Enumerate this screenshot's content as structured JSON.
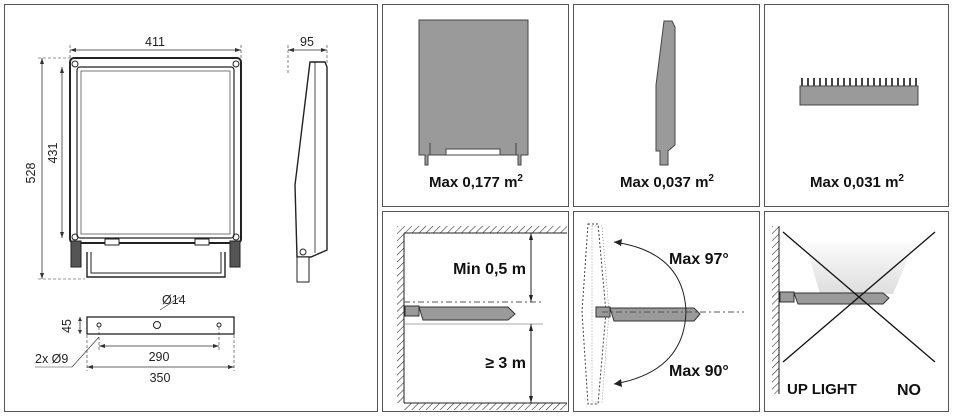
{
  "drawing": {
    "front_width": "411",
    "side_depth": "95",
    "total_height": "528",
    "body_height": "431",
    "bracket_height": "45",
    "hole_center": "Ø14",
    "holes_side": "2x Ø9",
    "hole_spacing": "290",
    "bracket_length": "350"
  },
  "wind_areas": {
    "front": {
      "prefix": "Max 0,177 m",
      "sup": "2"
    },
    "side": {
      "prefix": "Max 0,037 m",
      "sup": "2"
    },
    "top": {
      "prefix": "Max 0,031 m",
      "sup": "2"
    }
  },
  "installation": {
    "min_distance": "Min 0,5 m",
    "min_height": "≥ 3 m",
    "tilt_up": "Max 97°",
    "tilt_down": "Max 90°",
    "up_light": "UP LIGHT",
    "no": "NO"
  },
  "colors": {
    "housing": "#9a9a9a",
    "hatch": "#333333",
    "light_cone": "#dcdcdc"
  }
}
